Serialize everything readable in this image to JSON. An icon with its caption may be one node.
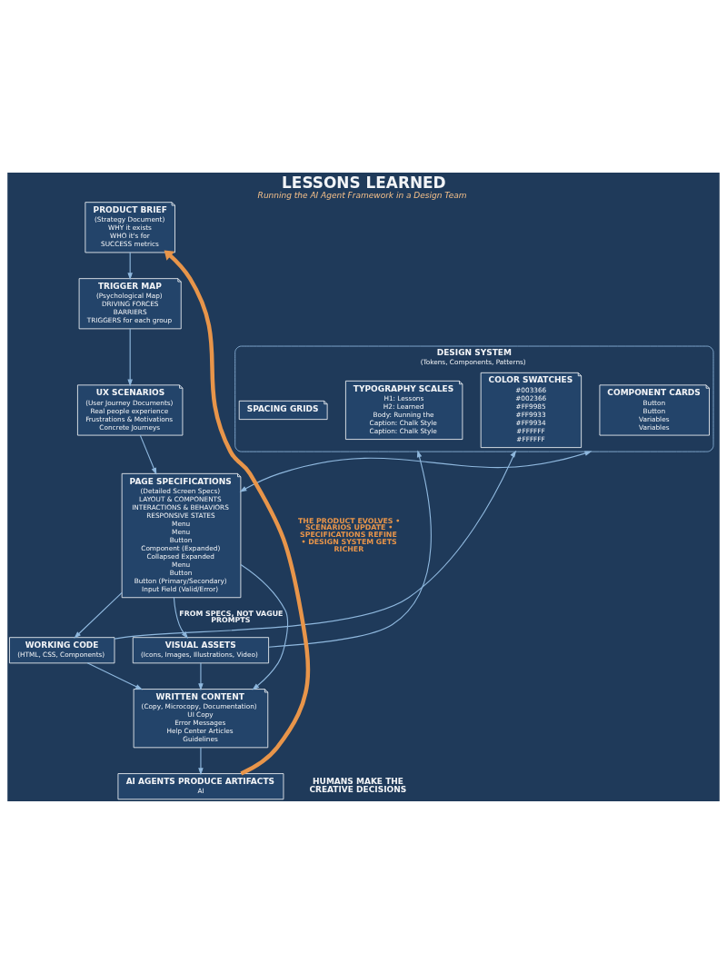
{
  "diagram": {
    "title": "LESSONS LEARNED",
    "caption": "Running the AI Agent Framework in a Design Team",
    "nodes": [
      {
        "text": [
          "PRODUCT BRIEF",
          "(Strategy Document)",
          "WHY it exists",
          "WHO it's for",
          "SUCCESS metrics"
        ]
      },
      {
        "text": [
          "TRIGGER MAP",
          "(Psychological Map)",
          "DRIVING FORCES",
          "BARRIERS",
          "TRIGGERS for each group"
        ]
      },
      {
        "text": [
          "UX SCENARIOS",
          "(User Journey Documents)",
          "Real people experience",
          "Frustrations & Motivations",
          "Concrete Journeys"
        ]
      },
      {
        "text": [
          "PAGE SPECIFICATIONS",
          "(Detailed Screen Specs)",
          "LAYOUT & COMPONENTS",
          "INTERACTIONS & BEHAVIORS",
          "RESPONSIVE STATES",
          "Menu",
          "Menu",
          "Button",
          "Component (Expanded)",
          "Collapsed Expanded",
          "Menu",
          "Button",
          "Button (Primary/Secondary)",
          "Input Field (Valid/Error)"
        ]
      },
      {
        "text": [
          "DESIGN SYSTEM",
          "(Tokens, Components, Patterns)"
        ]
      },
      {
        "text": [
          "COMPONENT CARDS",
          "Button",
          "Button",
          "Variables",
          "Variables"
        ],
        "in": 4
      },
      {
        "text": [
          "COLOR SWATCHES",
          "#003366",
          "#002366",
          "#FF9985",
          "#FF9933",
          "#FF9934",
          "#FFFFFF",
          "#FFFFFF"
        ],
        "in": 4
      },
      {
        "text": [
          "TYPOGRAPHY SCALES",
          "H1: Lessons",
          "H2: Learned",
          "Body: Running the",
          "Caption: Chalk Style",
          "Caption: Chalk Style"
        ],
        "in": 4
      },
      {
        "text": [
          "SPACING GRIDS"
        ],
        "in": 4
      },
      {
        "text": [
          "WORKING CODE",
          "(HTML, CSS, Components)"
        ]
      },
      {
        "text": [
          "VISUAL ASSETS",
          "(Icons, Images, Illustrations, Video)"
        ]
      },
      {
        "text": [
          "WRITTEN CONTENT",
          "(Copy, Microcopy, Documentation)",
          "UI Copy",
          "Error Messages",
          "Help Center Articles",
          "Guidelines"
        ]
      },
      {
        "text": [
          "AI AGENTS PRODUCE ARTIFACTS",
          "AI"
        ]
      }
    ],
    "edges": [
      {
        "from": 0,
        "to": 1,
        "arrow": "to"
      },
      {
        "from": 1,
        "to": 2,
        "arrow": "to"
      },
      {
        "from": 2,
        "to": 3,
        "arrow": "to"
      },
      {
        "from": 4,
        "to": 3,
        "arrow": "both"
      },
      {
        "from": 3,
        "to": 9,
        "arrow": "to"
      },
      {
        "from": 3,
        "to": 10,
        "arrow": "to",
        "label": "FROM SPECS, NOT VAGUE PROMPTS"
      },
      {
        "from": 3,
        "to": 11,
        "arrow": "to"
      },
      {
        "from": 9,
        "to": 4,
        "arrow": "to"
      },
      {
        "from": 10,
        "to": 4,
        "arrow": "to"
      },
      {
        "from": 9,
        "to": 11,
        "arrow": "to"
      },
      {
        "from": 10,
        "to": 11,
        "arrow": "to"
      },
      {
        "from": 11,
        "to": 12,
        "arrow": "to"
      },
      {
        "from": 12,
        "to": 0,
        "arrow": "to",
        "style": "thick",
        "color": "#e8954a",
        "label": "THE PRODUCT EVOLVES • SCENARIOS UPDATE • SPECIFICATIONS REFINE • DESIGN SYSTEM GETS RICHER"
      }
    ],
    "labels": [
      "HUMANS MAKE THE CREATIVE DECISIONS"
    ]
  }
}
